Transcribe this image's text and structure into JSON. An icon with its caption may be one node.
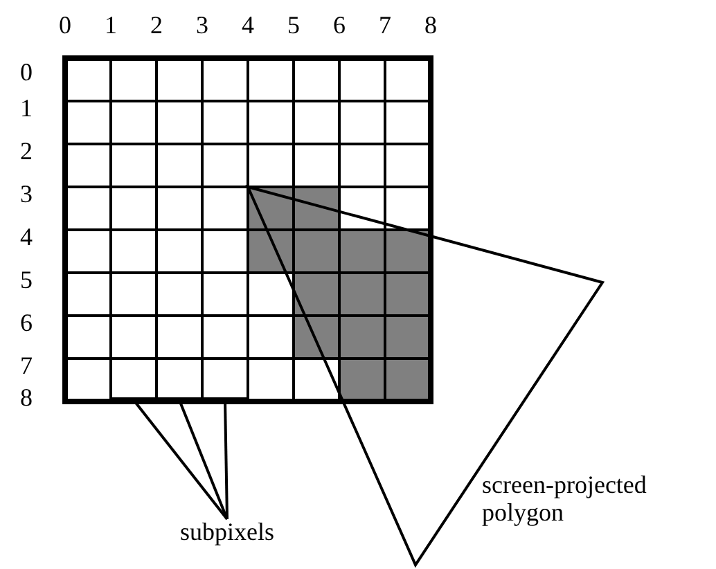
{
  "diagram": {
    "nodes": [
      {
        "text": [],
        "shape": "box"
      },
      {
        "text": [],
        "shape": "box"
      },
      {
        "text": [],
        "shape": "box"
      },
      {
        "text": [
          "subpixels"
        ]
      }
    ],
    "edges": [
      {
        "from": 3,
        "to": 0,
        "arrow": "none"
      },
      {
        "from": 3,
        "to": 1,
        "arrow": "none"
      },
      {
        "from": 3,
        "to": 2,
        "arrow": "none"
      }
    ],
    "labels": [
      "0",
      "1",
      "2",
      "3",
      "4",
      "5",
      "6",
      "7",
      "8",
      "0",
      "1",
      "2",
      "3",
      "4",
      "5",
      "6",
      "7",
      "8",
      "screen-projected polygon"
    ]
  }
}
